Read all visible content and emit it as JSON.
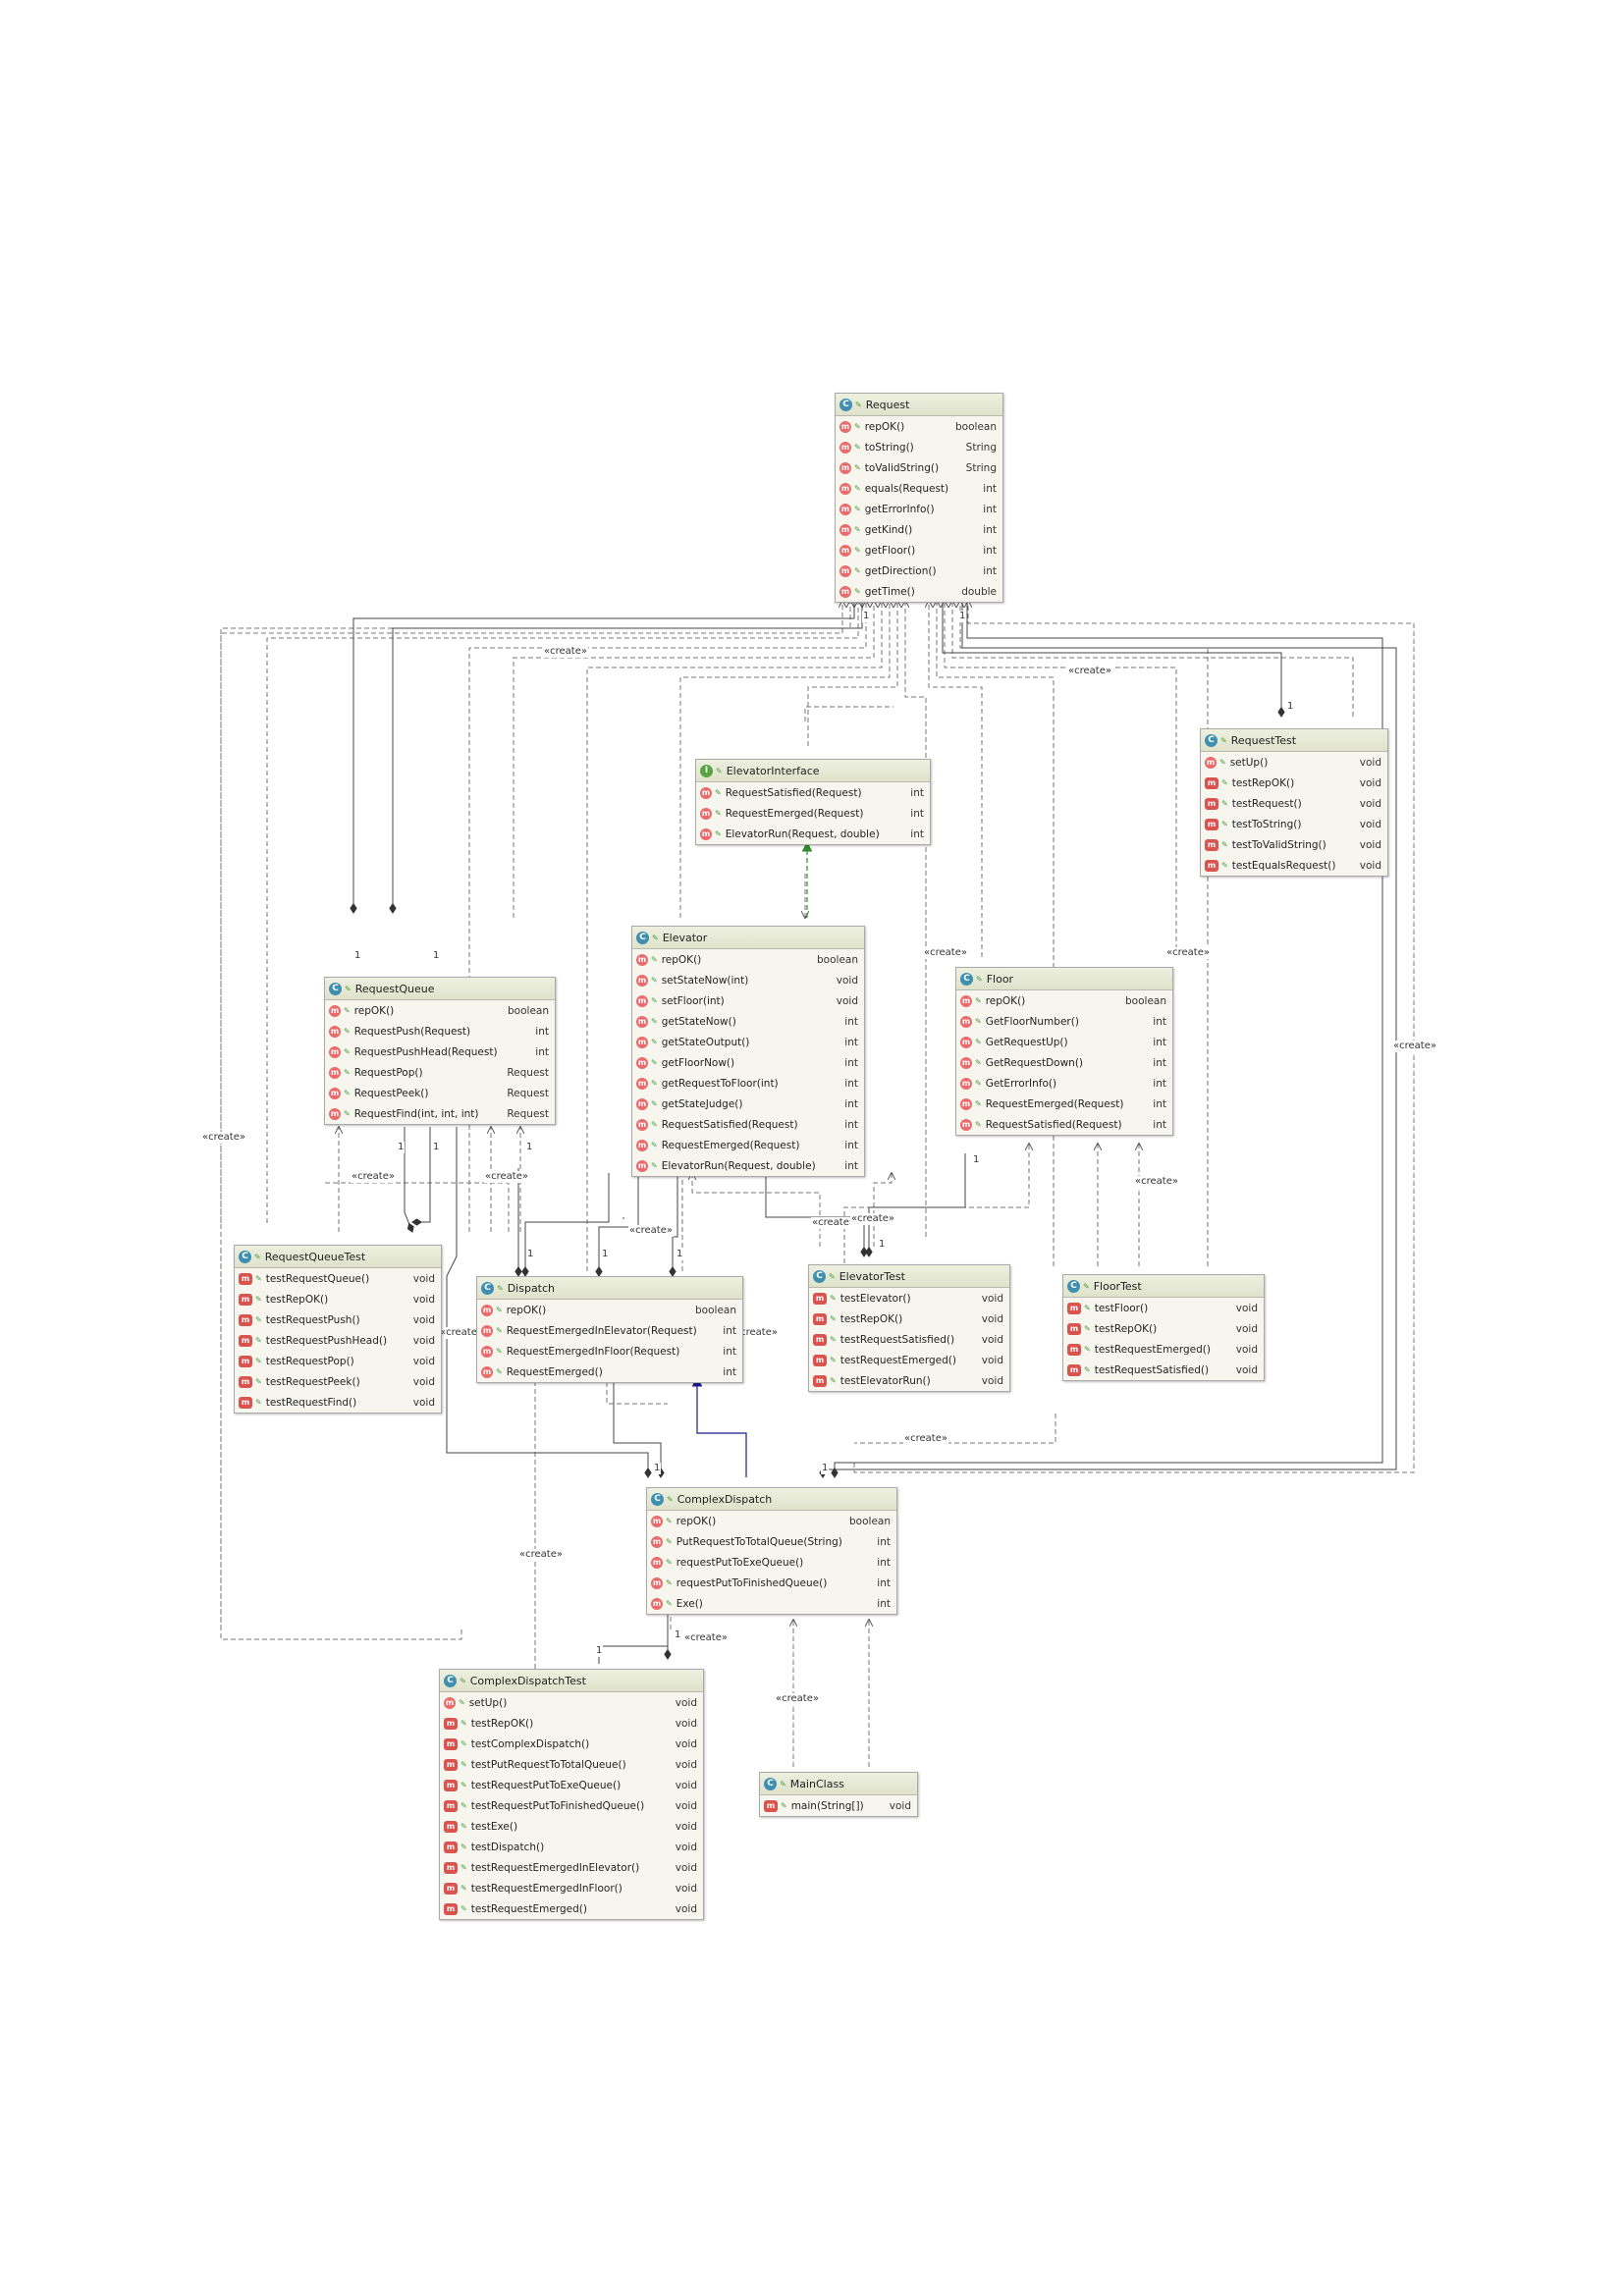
{
  "icons": {
    "class": "C",
    "interface": "I",
    "method": "m",
    "test_method": "m",
    "visibility": "public-lock"
  },
  "stereotype": "«create»",
  "classes": [
    {
      "id": "request",
      "name": "Request",
      "kind": "class",
      "members": [
        {
          "sig": "repOK()",
          "ret": "boolean"
        },
        {
          "sig": "toString()",
          "ret": "String"
        },
        {
          "sig": "toValidString()",
          "ret": "String"
        },
        {
          "sig": "equals(Request)",
          "ret": "int"
        },
        {
          "sig": "getErrorInfo()",
          "ret": "int"
        },
        {
          "sig": "getKind()",
          "ret": "int"
        },
        {
          "sig": "getFloor()",
          "ret": "int"
        },
        {
          "sig": "getDirection()",
          "ret": "int"
        },
        {
          "sig": "getTime()",
          "ret": "double"
        }
      ]
    },
    {
      "id": "requesttest",
      "name": "RequestTest",
      "kind": "class",
      "members": [
        {
          "sig": "setUp()",
          "ret": "void"
        },
        {
          "sig": "testRepOK()",
          "ret": "void",
          "test": true
        },
        {
          "sig": "testRequest()",
          "ret": "void",
          "test": true
        },
        {
          "sig": "testToString()",
          "ret": "void",
          "test": true
        },
        {
          "sig": "testToValidString()",
          "ret": "void",
          "test": true
        },
        {
          "sig": "testEqualsRequest()",
          "ret": "void",
          "test": true
        }
      ]
    },
    {
      "id": "elevatorinterface",
      "name": "ElevatorInterface",
      "kind": "interface",
      "members": [
        {
          "sig": "RequestSatisfied(Request)",
          "ret": "int"
        },
        {
          "sig": "RequestEmerged(Request)",
          "ret": "int"
        },
        {
          "sig": "ElevatorRun(Request, double)",
          "ret": "int"
        }
      ]
    },
    {
      "id": "elevator",
      "name": "Elevator",
      "kind": "class",
      "members": [
        {
          "sig": "repOK()",
          "ret": "boolean"
        },
        {
          "sig": "setStateNow(int)",
          "ret": "void"
        },
        {
          "sig": "setFloor(int)",
          "ret": "void"
        },
        {
          "sig": "getStateNow()",
          "ret": "int"
        },
        {
          "sig": "getStateOutput()",
          "ret": "int"
        },
        {
          "sig": "getFloorNow()",
          "ret": "int"
        },
        {
          "sig": "getRequestToFloor(int)",
          "ret": "int"
        },
        {
          "sig": "getStateJudge()",
          "ret": "int"
        },
        {
          "sig": "RequestSatisfied(Request)",
          "ret": "int"
        },
        {
          "sig": "RequestEmerged(Request)",
          "ret": "int"
        },
        {
          "sig": "ElevatorRun(Request, double)",
          "ret": "int"
        }
      ]
    },
    {
      "id": "requestqueue",
      "name": "RequestQueue",
      "kind": "class",
      "members": [
        {
          "sig": "repOK()",
          "ret": "boolean"
        },
        {
          "sig": "RequestPush(Request)",
          "ret": "int"
        },
        {
          "sig": "RequestPushHead(Request)",
          "ret": "int"
        },
        {
          "sig": "RequestPop()",
          "ret": "Request"
        },
        {
          "sig": "RequestPeek()",
          "ret": "Request"
        },
        {
          "sig": "RequestFind(int, int, int)",
          "ret": "Request"
        }
      ]
    },
    {
      "id": "floor",
      "name": "Floor",
      "kind": "class",
      "members": [
        {
          "sig": "repOK()",
          "ret": "boolean"
        },
        {
          "sig": "GetFloorNumber()",
          "ret": "int"
        },
        {
          "sig": "GetRequestUp()",
          "ret": "int"
        },
        {
          "sig": "GetRequestDown()",
          "ret": "int"
        },
        {
          "sig": "GetErrorInfo()",
          "ret": "int"
        },
        {
          "sig": "RequestEmerged(Request)",
          "ret": "int"
        },
        {
          "sig": "RequestSatisfied(Request)",
          "ret": "int"
        }
      ]
    },
    {
      "id": "requestqueuetest",
      "name": "RequestQueueTest",
      "kind": "class",
      "members": [
        {
          "sig": "testRequestQueue()",
          "ret": "void",
          "test": true
        },
        {
          "sig": "testRepOK()",
          "ret": "void",
          "test": true
        },
        {
          "sig": "testRequestPush()",
          "ret": "void",
          "test": true
        },
        {
          "sig": "testRequestPushHead()",
          "ret": "void",
          "test": true
        },
        {
          "sig": "testRequestPop()",
          "ret": "void",
          "test": true
        },
        {
          "sig": "testRequestPeek()",
          "ret": "void",
          "test": true
        },
        {
          "sig": "testRequestFind()",
          "ret": "void",
          "test": true
        }
      ]
    },
    {
      "id": "dispatch",
      "name": "Dispatch",
      "kind": "class",
      "members": [
        {
          "sig": "repOK()",
          "ret": "boolean"
        },
        {
          "sig": "RequestEmergedInElevator(Request)",
          "ret": "int"
        },
        {
          "sig": "RequestEmergedInFloor(Request)",
          "ret": "int"
        },
        {
          "sig": "RequestEmerged()",
          "ret": "int"
        }
      ]
    },
    {
      "id": "elevatortest",
      "name": "ElevatorTest",
      "kind": "class",
      "members": [
        {
          "sig": "testElevator()",
          "ret": "void",
          "test": true
        },
        {
          "sig": "testRepOK()",
          "ret": "void",
          "test": true
        },
        {
          "sig": "testRequestSatisfied()",
          "ret": "void",
          "test": true
        },
        {
          "sig": "testRequestEmerged()",
          "ret": "void",
          "test": true
        },
        {
          "sig": "testElevatorRun()",
          "ret": "void",
          "test": true
        }
      ]
    },
    {
      "id": "floortest",
      "name": "FloorTest",
      "kind": "class",
      "members": [
        {
          "sig": "testFloor()",
          "ret": "void",
          "test": true
        },
        {
          "sig": "testRepOK()",
          "ret": "void",
          "test": true
        },
        {
          "sig": "testRequestEmerged()",
          "ret": "void",
          "test": true
        },
        {
          "sig": "testRequestSatisfied()",
          "ret": "void",
          "test": true
        }
      ]
    },
    {
      "id": "complexdispatch",
      "name": "ComplexDispatch",
      "kind": "class",
      "members": [
        {
          "sig": "repOK()",
          "ret": "boolean"
        },
        {
          "sig": "PutRequestToTotalQueue(String)",
          "ret": "int"
        },
        {
          "sig": "requestPutToExeQueue()",
          "ret": "int"
        },
        {
          "sig": "requestPutToFinishedQueue()",
          "ret": "int"
        },
        {
          "sig": "Exe()",
          "ret": "int"
        }
      ]
    },
    {
      "id": "complexdispatchtest",
      "name": "ComplexDispatchTest",
      "kind": "class",
      "members": [
        {
          "sig": "setUp()",
          "ret": "void"
        },
        {
          "sig": "testRepOK()",
          "ret": "void",
          "test": true
        },
        {
          "sig": "testComplexDispatch()",
          "ret": "void",
          "test": true
        },
        {
          "sig": "testPutRequestToTotalQueue()",
          "ret": "void",
          "test": true
        },
        {
          "sig": "testRequestPutToExeQueue()",
          "ret": "void",
          "test": true
        },
        {
          "sig": "testRequestPutToFinishedQueue()",
          "ret": "void",
          "test": true
        },
        {
          "sig": "testExe()",
          "ret": "void",
          "test": true
        },
        {
          "sig": "testDispatch()",
          "ret": "void",
          "test": true
        },
        {
          "sig": "testRequestEmergedInElevator()",
          "ret": "void",
          "test": true
        },
        {
          "sig": "testRequestEmergedInFloor()",
          "ret": "void",
          "test": true
        },
        {
          "sig": "testRequestEmerged()",
          "ret": "void",
          "test": true
        }
      ]
    },
    {
      "id": "mainclass",
      "name": "MainClass",
      "kind": "class",
      "members": [
        {
          "sig": "main(String[])",
          "ret": "void",
          "static": true
        }
      ]
    }
  ],
  "multiplicity": "1"
}
